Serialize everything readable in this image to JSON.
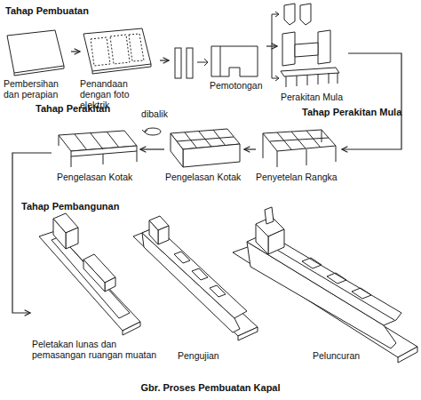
{
  "diagram": {
    "caption": "Gbr. Proses Pembuatan Kapal",
    "nodes": [
      {
        "text": [
          "Pembersihan dan perapian"
        ]
      },
      {
        "text": [
          "Penandaan dengan foto elektrik"
        ]
      },
      {
        "text": [
          "Pemotongan"
        ]
      },
      {
        "text": [
          "Perakitan Mula"
        ]
      },
      {
        "text": [
          "Penyetelan Rangka"
        ]
      },
      {
        "text": [
          "Pengelasan Kotak"
        ]
      },
      {
        "text": [
          "Pengelasan Kotak"
        ]
      },
      {
        "text": [
          "Peletakan lunas dan pemasangan ruangan muatan"
        ]
      },
      {
        "text": [
          "Pengujian"
        ]
      },
      {
        "text": [
          "Peluncuran"
        ]
      }
    ],
    "edges": [
      {
        "from": 0,
        "to": 1,
        "arrow": "to"
      },
      {
        "from": 1,
        "to": 2,
        "arrow": "to"
      },
      {
        "from": 2,
        "to": 3,
        "arrow": "to"
      },
      {
        "from": 3,
        "to": 4,
        "arrow": "to"
      },
      {
        "from": 4,
        "to": 5,
        "arrow": "to"
      },
      {
        "from": 5,
        "to": 6,
        "label": "dibalik",
        "arrow": "to"
      },
      {
        "from": 6,
        "to": 7,
        "arrow": "to"
      }
    ],
    "labels": [
      "Tahap Pembuatan",
      "Tahap Perakitan Mula",
      "Tahap Perakitan",
      "Tahap Pembangunan"
    ]
  }
}
